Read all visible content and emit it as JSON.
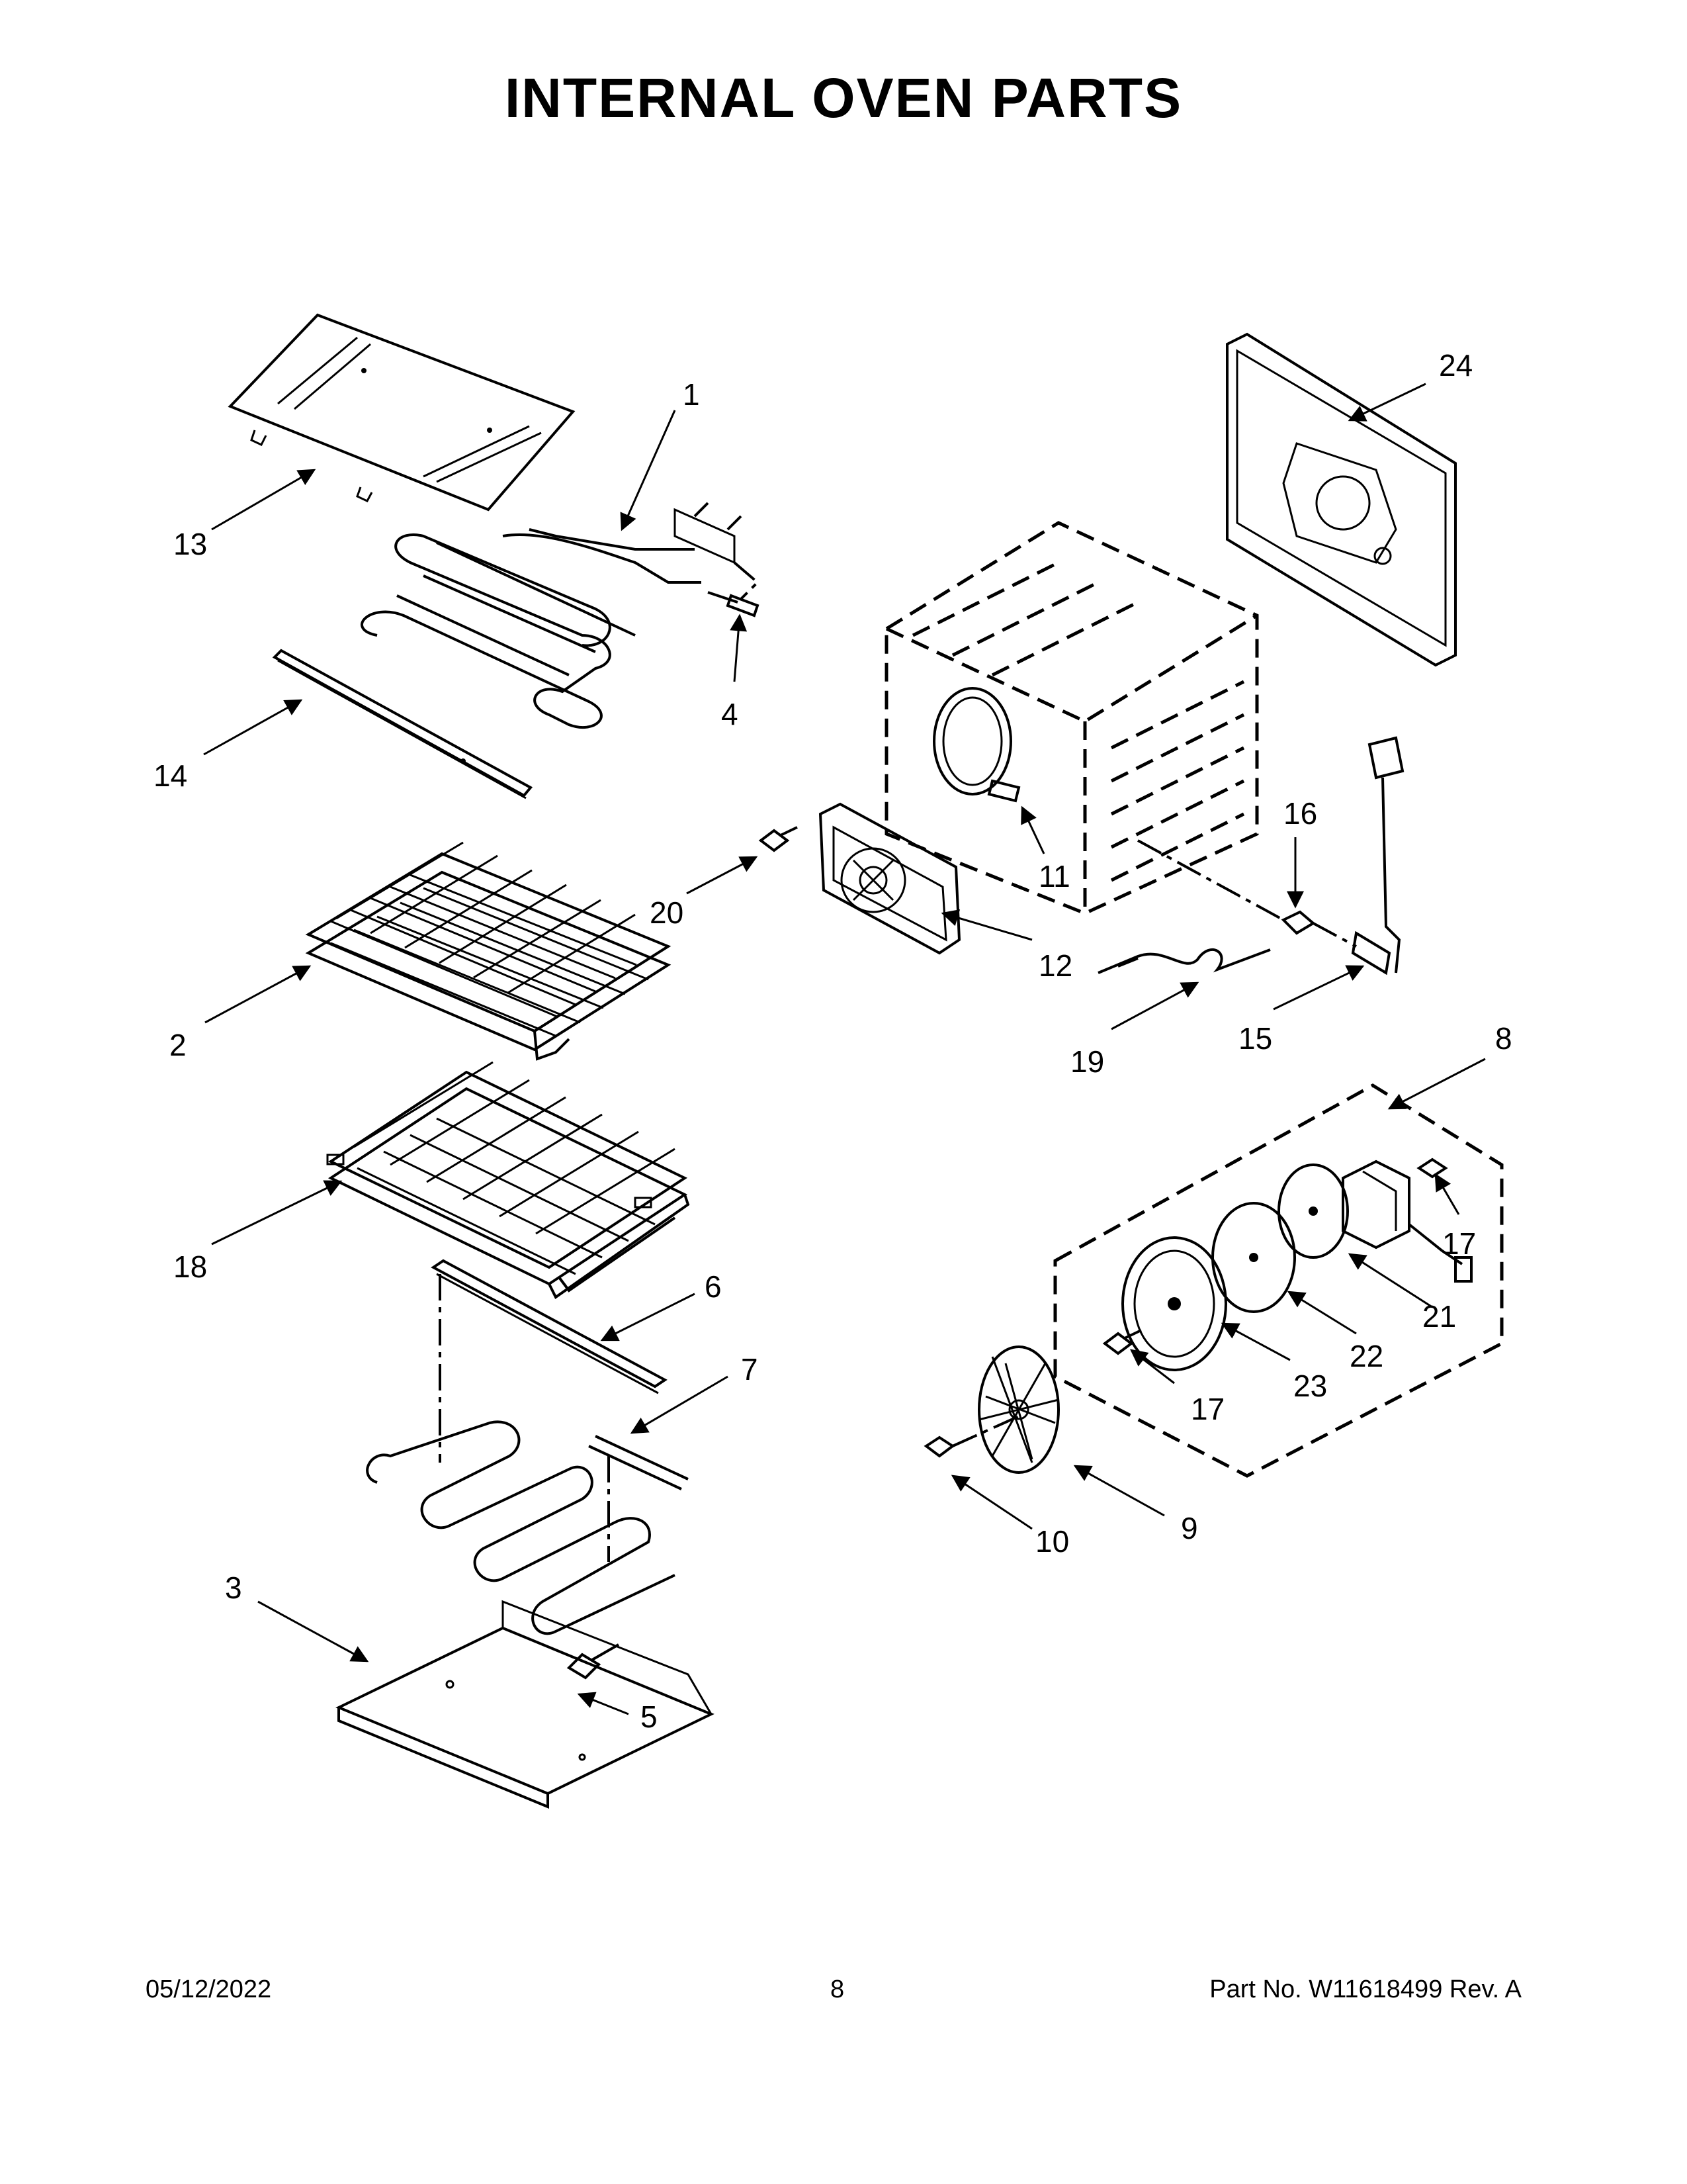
{
  "title": "INTERNAL OVEN PARTS",
  "footer": {
    "date": "05/12/2022",
    "page": "8",
    "part": "Part No.  W11618499  Rev.  A"
  },
  "callouts": {
    "c1": "1",
    "c2": "2",
    "c3": "3",
    "c4": "4",
    "c5": "5",
    "c6": "6",
    "c7": "7",
    "c8": "8",
    "c9": "9",
    "c10": "10",
    "c11": "11",
    "c12": "12",
    "c13": "13",
    "c14": "14",
    "c15": "15",
    "c16": "16",
    "c17a": "17",
    "c17b": "17",
    "c18": "18",
    "c19": "19",
    "c20": "20",
    "c21": "21",
    "c22": "22",
    "c23": "23",
    "c24": "24"
  }
}
